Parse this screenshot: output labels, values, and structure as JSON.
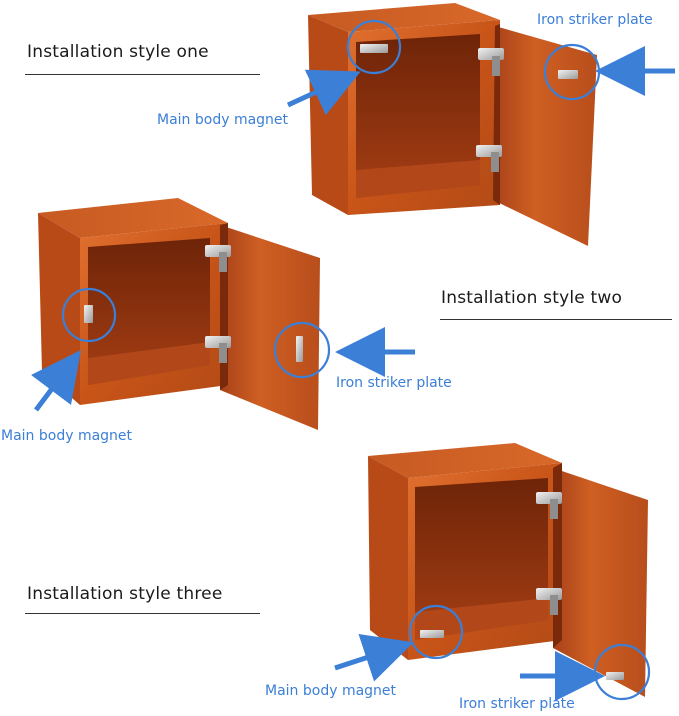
{
  "sections": [
    {
      "heading": "Installation style one",
      "magnet_label": "Main body magnet",
      "plate_label": "Iron striker plate"
    },
    {
      "heading": "Installation style two",
      "magnet_label": "Main body magnet",
      "plate_label": "Iron striker plate"
    },
    {
      "heading": "Installation style three",
      "magnet_label": "Main body magnet",
      "plate_label": "Iron striker plate"
    }
  ],
  "colors": {
    "accent": "#3b7fd6",
    "wood_light": "#d2601f",
    "wood_dark": "#8a2d0a",
    "wood_mid": "#b8481a",
    "interior": "#9a3a12"
  }
}
